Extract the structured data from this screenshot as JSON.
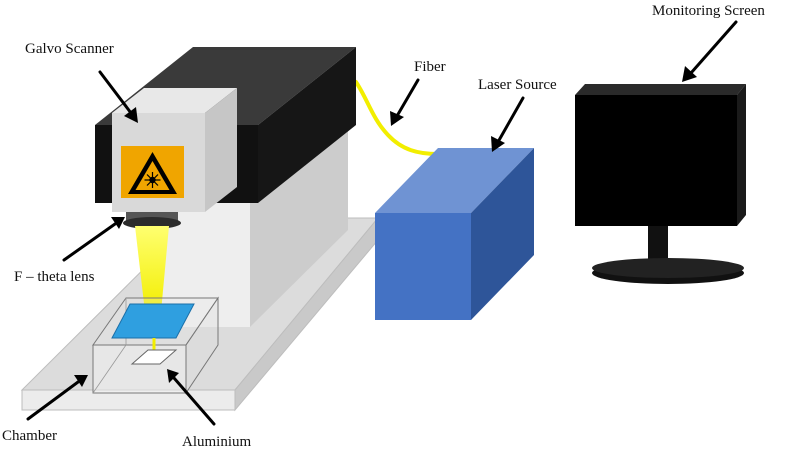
{
  "labels": {
    "galvo_scanner": "Galvo Scanner",
    "fiber": "Fiber",
    "laser_source": "Laser Source",
    "monitoring_screen": "Monitoring Screen",
    "f_theta_lens": "F – theta lens",
    "chamber": "Chamber",
    "aluminium": "Aluminium"
  },
  "icons": {
    "laser_warning": "laser-radiation-warning-icon"
  },
  "colors": {
    "laser_beam": "#f2ee00",
    "fiber_cable": "#f2ee00",
    "laser_source_front": "#4472c4",
    "sample_plate": "#2f9fe0",
    "warning_sign": "#f0a500",
    "scanner_body": "#111111",
    "monitor": "#000000"
  }
}
